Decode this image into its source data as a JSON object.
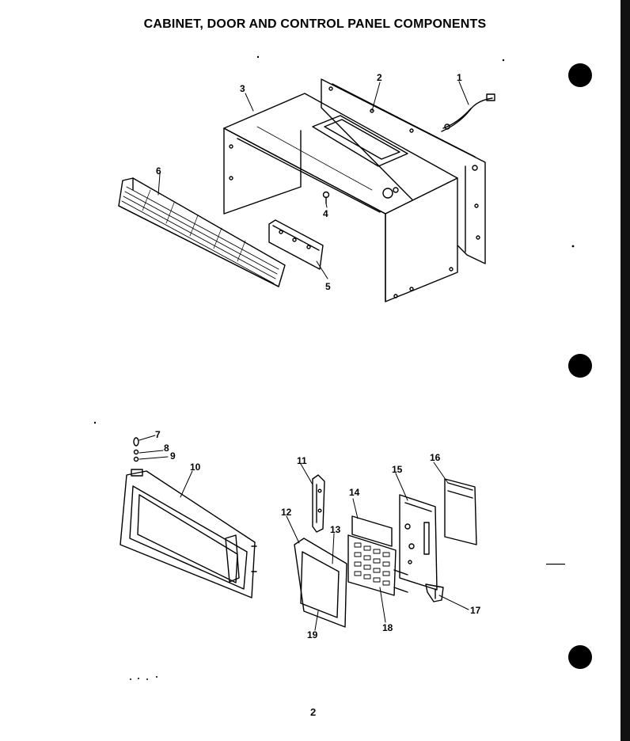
{
  "page": {
    "title": "CABINET, DOOR AND CONTROL PANEL COMPONENTS",
    "page_number": "2"
  },
  "callouts": {
    "c1": "1",
    "c2": "2",
    "c3": "3",
    "c4": "4",
    "c5": "5",
    "c6": "6",
    "c7": "7",
    "c8": "8",
    "c9": "9",
    "c10": "10",
    "c11": "11",
    "c12": "12",
    "c13": "13",
    "c14": "14",
    "c15": "15",
    "c16": "16",
    "c17": "17",
    "c18": "18",
    "c19": "19"
  }
}
